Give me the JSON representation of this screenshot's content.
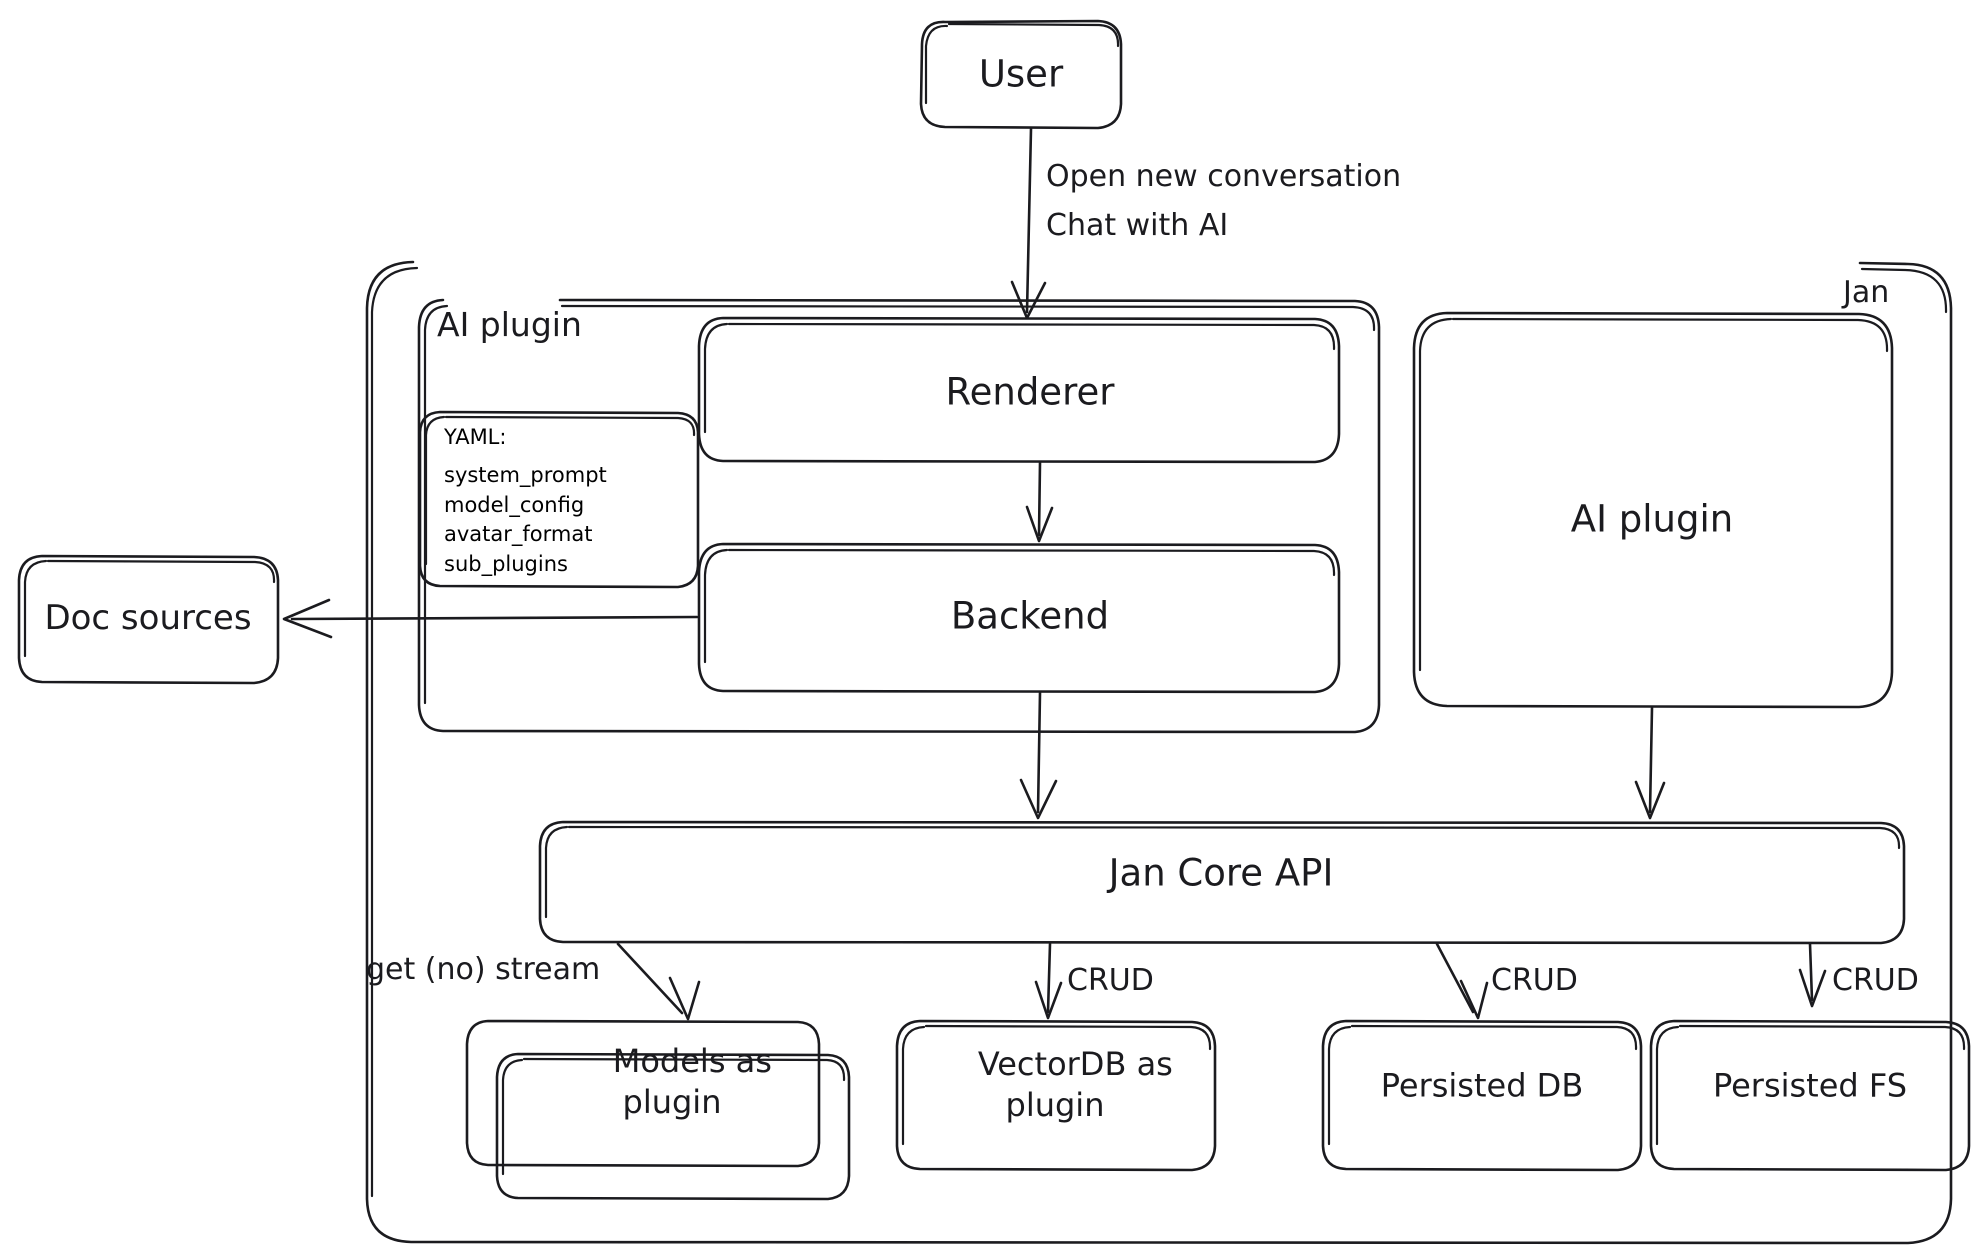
{
  "diagram": {
    "title": "Jan architecture",
    "style": "hand-drawn",
    "stroke_color": "#1b1b1f",
    "background": "#ffffff",
    "text_color": "#1b1b1f"
  },
  "nodes": {
    "user": {
      "label": "User"
    },
    "jan_group": {
      "label": "Jan"
    },
    "ai_plugin_group": {
      "label": "AI plugin"
    },
    "yaml_card": {
      "lines": [
        "YAML:",
        "system_prompt",
        "model_config",
        "avatar_format",
        "sub_plugins"
      ]
    },
    "doc_sources": {
      "label": "Doc sources"
    },
    "renderer": {
      "label": "Renderer"
    },
    "backend": {
      "label": "Backend"
    },
    "ai_plugin_box": {
      "label": "AI plugin"
    },
    "jan_core_api": {
      "label": "Jan Core API"
    },
    "models_as_plugin": {
      "label": "Models as\nplugin"
    },
    "vectordb_as_plugin": {
      "label": "VectorDB as\nplugin"
    },
    "persisted_db": {
      "label": "Persisted DB"
    },
    "persisted_fs": {
      "label": "Persisted FS"
    }
  },
  "edges": [
    {
      "from": "user",
      "to": "renderer",
      "label": "Open new conversation\nChat with AI",
      "label_line_1": "Open new conversation",
      "label_line_2": "Chat with AI"
    },
    {
      "from": "renderer",
      "to": "backend",
      "label": ""
    },
    {
      "from": "backend",
      "to": "doc_sources",
      "label": ""
    },
    {
      "from": "backend",
      "to": "jan_core_api",
      "label": ""
    },
    {
      "from": "ai_plugin_box",
      "to": "jan_core_api",
      "label": ""
    },
    {
      "from": "jan_core_api",
      "to": "models_as_plugin",
      "label": "get (no) stream"
    },
    {
      "from": "jan_core_api",
      "to": "vectordb_as_plugin",
      "label": "CRUD"
    },
    {
      "from": "jan_core_api",
      "to": "persisted_db",
      "label": "CRUD"
    },
    {
      "from": "jan_core_api",
      "to": "persisted_fs",
      "label": "CRUD"
    }
  ],
  "edge_labels": {
    "user_to_renderer_1": "Open new conversation",
    "user_to_renderer_2": "Chat with AI",
    "get_no_stream": "get (no) stream",
    "crud_vectordb": "CRUD",
    "crud_persisted_db": "CRUD",
    "crud_persisted_fs": "CRUD"
  }
}
